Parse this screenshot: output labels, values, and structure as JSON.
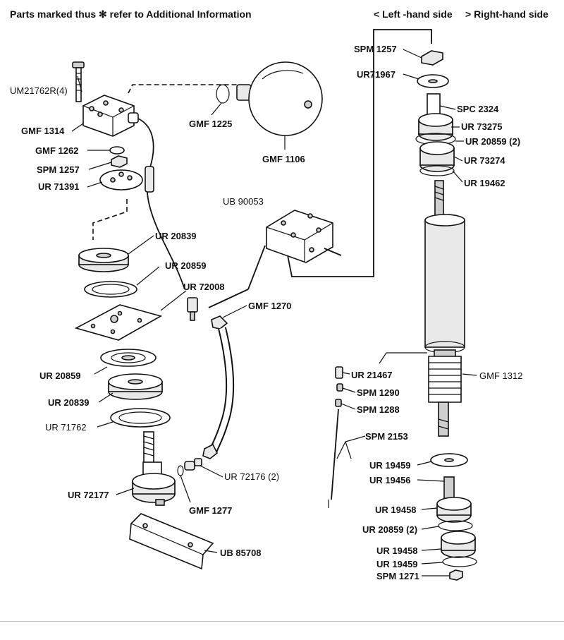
{
  "header": {
    "note": "Parts marked thus ✻ refer to Additional Information",
    "left_side": "< Left -hand side",
    "right_side": "> Right-hand side"
  },
  "parts": {
    "um21762r": "UM21762R(4)",
    "gmf1314": "GMF 1314",
    "gmf1262": "GMF 1262",
    "spm1257_l": "SPM 1257",
    "ur71391": "UR 71391",
    "gmf1225": "GMF 1225",
    "gmf1106": "GMF 1106",
    "ub90053": "UB 90053",
    "ur20839_a": "UR 20839",
    "ur20859_a": "UR 20859",
    "ur72008": "UR 72008",
    "gmf1270": "GMF 1270",
    "ur20859_b": "UR 20859",
    "ur20839_b": "UR 20839",
    "ur71762": "UR 71762",
    "ur72176": "UR 72176 (2)",
    "ur72177": "UR 72177",
    "gmf1277": "GMF 1277",
    "ub85708": "UB 85708",
    "spm1257_r": "SPM 1257",
    "ur71967": "UR71967",
    "spc2324": "SPC 2324",
    "ur73275": "UR 73275",
    "ur20859_2a": "UR 20859 (2)",
    "ur73274": "UR 73274",
    "ur19462": "UR 19462",
    "ur21467": "UR 21467",
    "gmf1312": "GMF 1312",
    "spm1290": "SPM 1290",
    "spm1288": "SPM 1288",
    "spm2153": "SPM 2153",
    "ur19459_a": "UR 19459",
    "ur19456": "UR 19456",
    "ur19458_a": "UR 19458",
    "ur20859_2b": "UR 20859 (2)",
    "ur19458_b": "UR 19458",
    "ur19459_b": "UR 19459",
    "spm1271": "SPM 1271"
  }
}
